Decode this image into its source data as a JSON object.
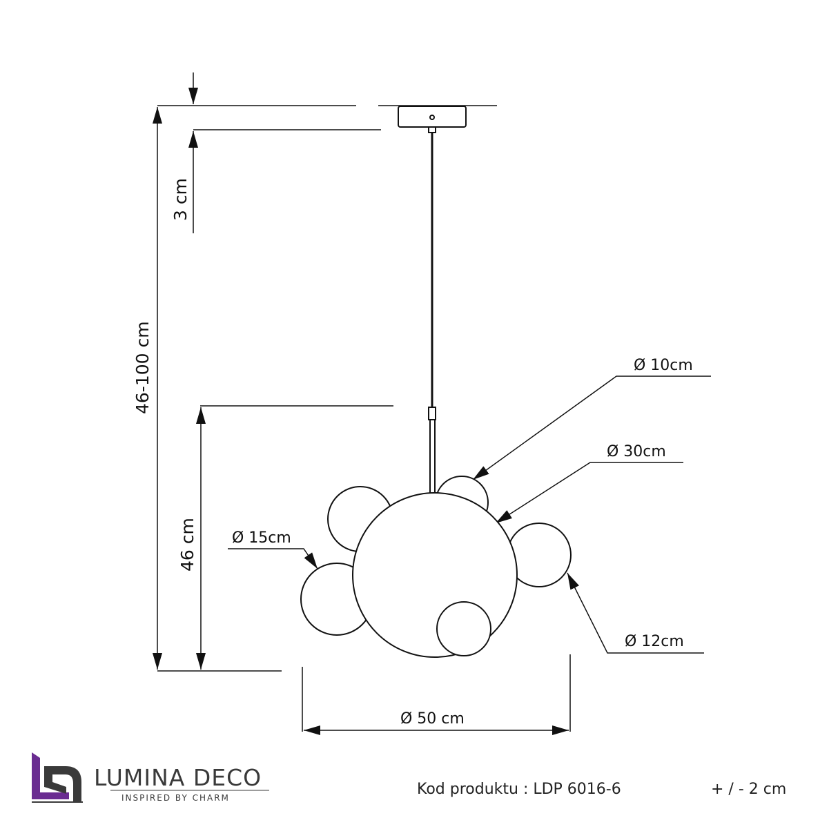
{
  "dimensions": {
    "canopy_height": "3 cm",
    "total_height": "46-100 cm",
    "lamp_height": "46 cm",
    "width": "Ø 50 cm",
    "d10": "Ø 10cm",
    "d30": "Ø 30cm",
    "d15": "Ø 15cm",
    "d12": "Ø 12cm"
  },
  "brand": {
    "name": "LUMINA DECO",
    "tagline": "INSPIRED BY CHARM",
    "colors": {
      "purple": "#6a2c91",
      "gray": "#3a3a3a"
    }
  },
  "footer": {
    "product_code": "Kod produktu : LDP 6016-6",
    "tolerance": "+ / - 2 cm"
  }
}
